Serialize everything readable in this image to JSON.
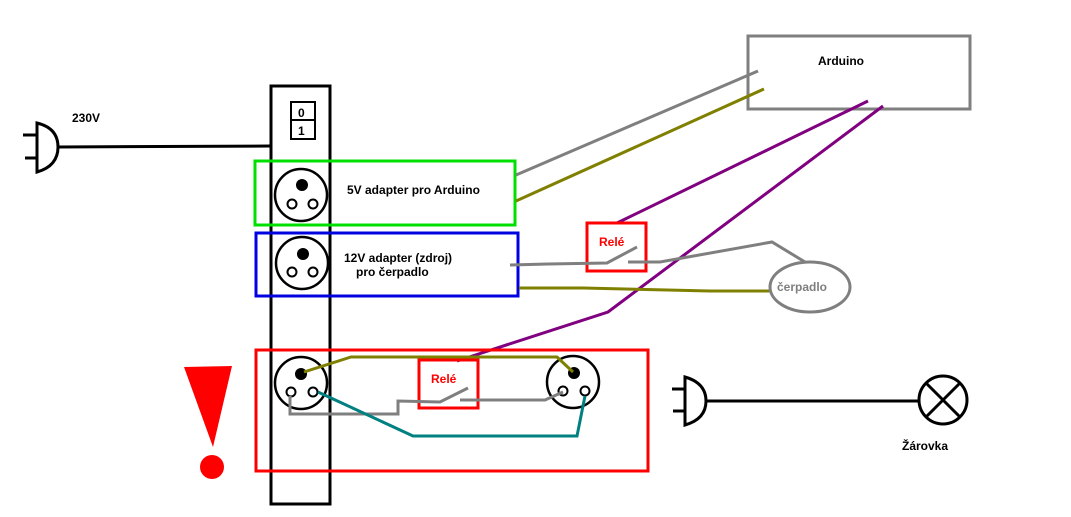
{
  "labels": {
    "mains_voltage": "230V",
    "switch_off": "0",
    "switch_on": "1",
    "adapter_5v": "5V adapter pro Arduino",
    "adapter_12v_line1": "12V adapter (zdroj)",
    "adapter_12v_line2": "pro čerpadlo",
    "arduino": "Arduino",
    "relay_pump": "Relé",
    "relay_lamp": "Relé",
    "pump": "čerpadlo",
    "lamp": "Žárovka"
  },
  "colors": {
    "outline": "#000000",
    "adapter_5v_box": "#00e000",
    "adapter_12v_box": "#0000e0",
    "warning_box": "#ff0000",
    "relay_box": "#ff0000",
    "arduino_box": "#7f7f7f",
    "wire_gray": "#7f7f7f",
    "wire_olive": "#808000",
    "wire_purple": "#800080",
    "wire_teal": "#008080",
    "warning_icon": "#ff0000"
  },
  "icons": {
    "mains_plug": "plug-icon",
    "lamp_plug": "plug-icon",
    "lamp": "lamp-x-icon",
    "warning": "exclamation-icon",
    "socket": "socket-icon"
  }
}
